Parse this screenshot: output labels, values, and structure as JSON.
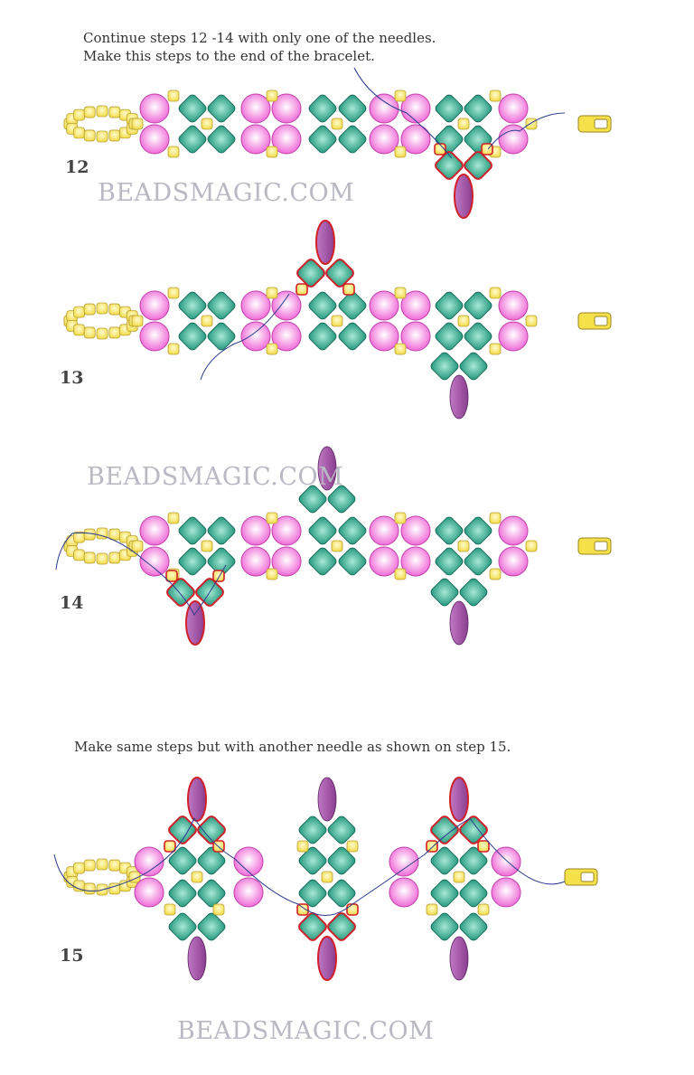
{
  "instructions": {
    "line1": "Continue steps 12 -14 with only one of the needles.",
    "line2": "Make this steps to the end of the bracelet.",
    "line3": "Make same steps but with another needle as shown on step 15."
  },
  "steps": [
    "12",
    "13",
    "14",
    "15"
  ],
  "watermark": "BEADSMAGIC.COM",
  "colors": {
    "pearl": "#f06ad8",
    "tile": "#2a9c80",
    "seed": "#f3dc4a",
    "drop": "#8a3d8f",
    "highlight": "#d0202a",
    "thread": "#2b3a8c"
  }
}
